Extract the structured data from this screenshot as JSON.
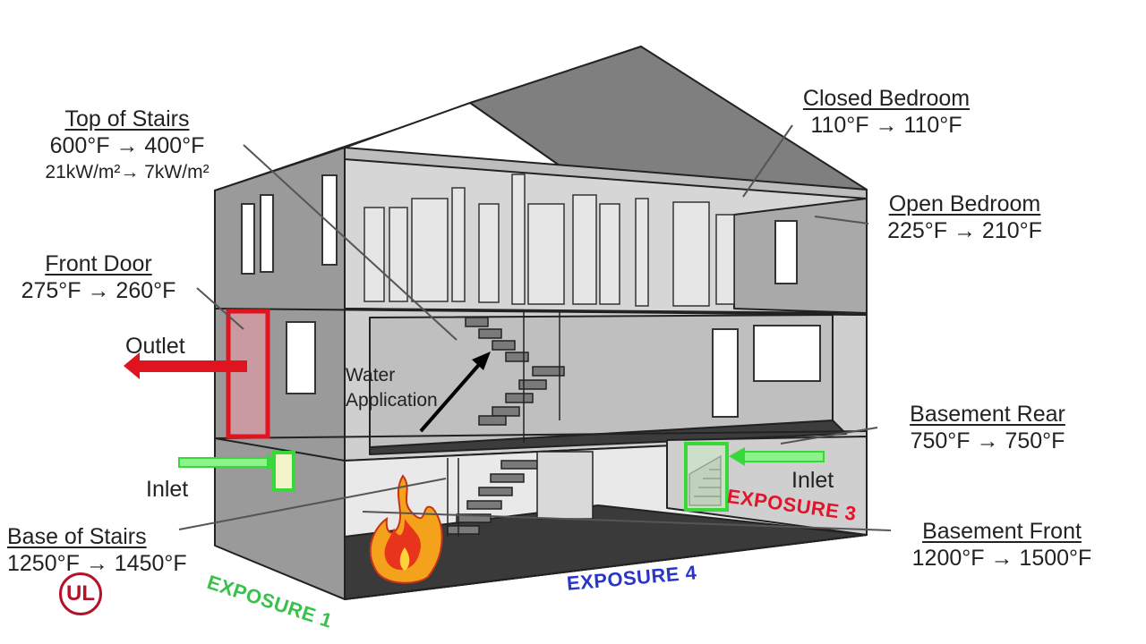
{
  "labels": {
    "top_of_stairs": {
      "title": "Top of Stairs",
      "temp": "600°F → 400°F",
      "flux": "21kW/m²→ 7kW/m²"
    },
    "front_door": {
      "title": "Front Door",
      "temp": "275°F → 260°F"
    },
    "closed_bedroom": {
      "title": "Closed Bedroom",
      "temp": "110°F → 110°F"
    },
    "open_bedroom": {
      "title": "Open Bedroom",
      "temp": "225°F → 210°F"
    },
    "basement_rear": {
      "title": "Basement Rear",
      "temp": "750°F → 750°F"
    },
    "basement_front": {
      "title": "Basement Front",
      "temp": "1200°F → 1500°F"
    },
    "base_of_stairs": {
      "title": "Base of Stairs",
      "temp": "1250°F → 1450°F"
    }
  },
  "flow": {
    "outlet": "Outlet",
    "inlet_left": "Inlet",
    "inlet_right": "Inlet",
    "water_line1": "Water",
    "water_line2": "Application"
  },
  "exposures": {
    "exposure_1": "EXPOSURE 1",
    "exposure_3": "EXPOSURE 3",
    "exposure_4": "EXPOSURE 4"
  },
  "logo": {
    "text": "UL"
  },
  "colors": {
    "outlet": "#e0141e",
    "inlet": "#38d83a",
    "exposure_1": "#38c24a",
    "exposure_3": "#e0142a",
    "exposure_4": "#2a36c8",
    "logo": "#b5122a"
  }
}
